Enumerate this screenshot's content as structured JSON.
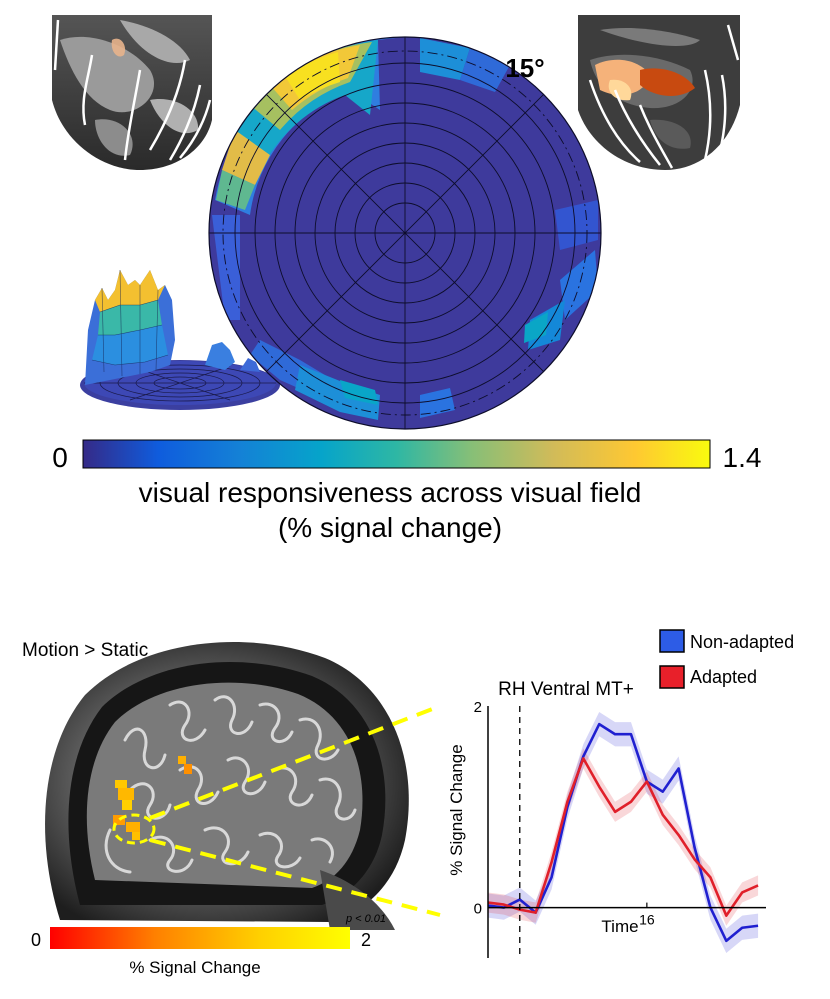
{
  "panel_a": {
    "eccentricity_label": "15°",
    "colorbar": {
      "min_label": "0",
      "max_label": "1.4",
      "caption_line1": "visual responsiveness across visual field",
      "caption_line2": "(% signal change)",
      "colors": [
        "#352a87",
        "#0f5cdd",
        "#1481d6",
        "#06a4ca",
        "#2eb7a4",
        "#87bf77",
        "#d1bb59",
        "#fec832",
        "#f9fb0e"
      ]
    }
  },
  "panel_b": {
    "contrast_label": "Motion > Static",
    "brain_colorbar": {
      "min_label": "0",
      "max_label": "2",
      "threshold_label": "p < 0.01",
      "caption": "% Signal Change",
      "colors": [
        "#ff0000",
        "#ff8000",
        "#ffd000",
        "#ffff00"
      ]
    },
    "legend": [
      {
        "label": "Non-adapted",
        "color": "#2d5ce6"
      },
      {
        "label": "Adapted",
        "color": "#e8202a"
      }
    ],
    "chart_data": {
      "type": "line",
      "title": "RH Ventral MT+",
      "xlabel": "Time",
      "ylabel": "% Signal Change",
      "ylim": [
        -0.5,
        2
      ],
      "xlim": [
        -4,
        31
      ],
      "xticks": [
        16
      ],
      "yticks": [
        0,
        2
      ],
      "stimulus_onset": 0,
      "series": [
        {
          "name": "Non-adapted",
          "color": "#2020d0",
          "x": [
            -4,
            -2,
            0,
            2,
            4,
            6,
            8,
            10,
            12,
            14,
            16,
            18,
            20,
            22,
            24,
            26,
            28,
            30
          ],
          "values": [
            0.02,
            0.0,
            0.08,
            -0.05,
            0.3,
            1.0,
            1.5,
            1.82,
            1.72,
            1.72,
            1.25,
            1.15,
            1.38,
            0.6,
            0.0,
            -0.33,
            -0.2,
            -0.18
          ]
        },
        {
          "name": "Adapted",
          "color": "#e0202a",
          "x": [
            -4,
            -2,
            0,
            2,
            4,
            6,
            8,
            10,
            12,
            14,
            16,
            18,
            20,
            22,
            24,
            26,
            28,
            30
          ],
          "values": [
            0.05,
            0.03,
            -0.02,
            -0.05,
            0.45,
            1.05,
            1.48,
            1.2,
            0.95,
            1.05,
            1.25,
            0.92,
            0.72,
            0.48,
            0.3,
            -0.08,
            0.15,
            0.22
          ]
        }
      ]
    }
  }
}
